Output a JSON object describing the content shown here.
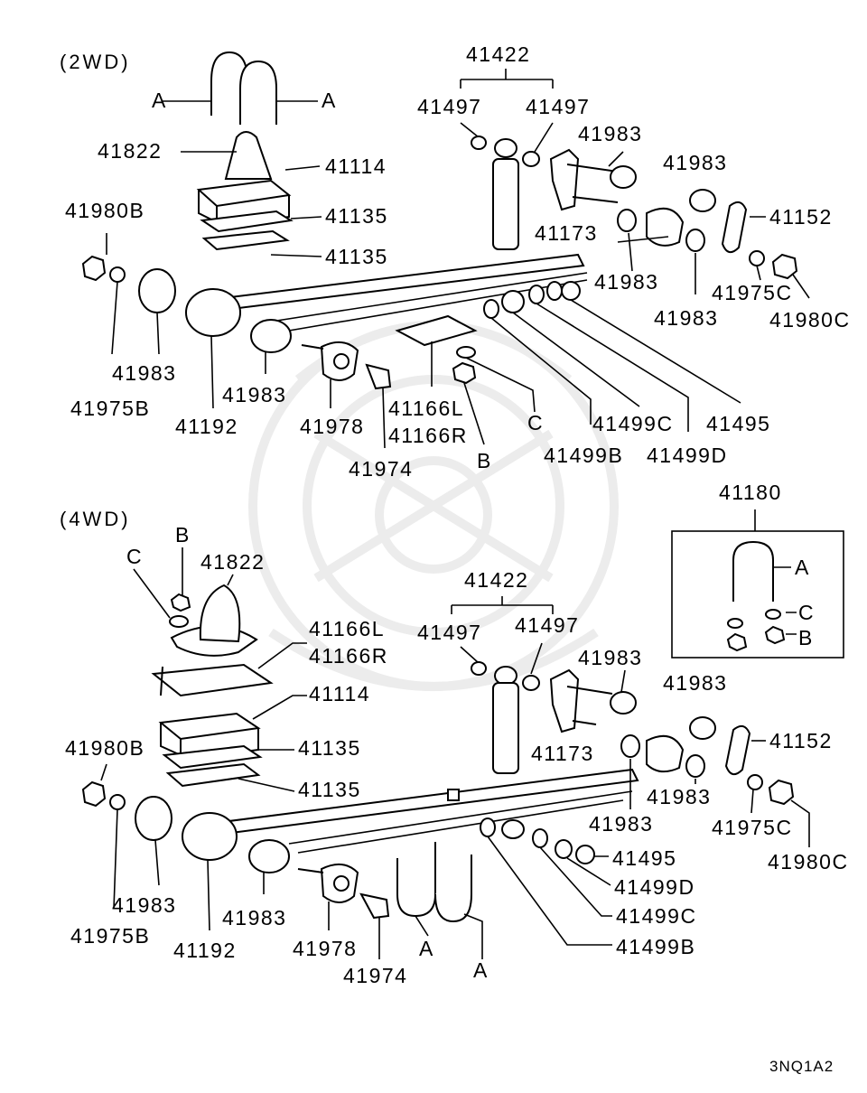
{
  "sections": {
    "s2wd": "(2WD)",
    "s4wd": "(4WD)"
  },
  "labels2wd": {
    "a_left": "A",
    "a_right": "A",
    "p41822": "41822",
    "p41114": "41114",
    "p41135a": "41135",
    "p41135b": "41135",
    "p41980B": "41980B",
    "p41983_bush": "41983",
    "p41975B": "41975B",
    "p41192": "41192",
    "p41983_end": "41983",
    "p41978": "41978",
    "p41166L": "41166L",
    "p41166R": "41166R",
    "p41974": "41974",
    "b": "B",
    "c": "C",
    "p41422": "41422",
    "p41497a": "41497",
    "p41497b": "41497",
    "p41983_s1": "41983",
    "p41983_s2": "41983",
    "p41173": "41173",
    "p41152": "41152",
    "p41983_s3": "41983",
    "p41983_s4": "41983",
    "p41975C": "41975C",
    "p41980C": "41980C",
    "p41499C": "41499C",
    "p41495": "41495",
    "p41499B": "41499B",
    "p41499D": "41499D"
  },
  "labels4wd": {
    "b": "B",
    "c": "C",
    "p41822": "41822",
    "p41166L": "41166L",
    "p41166R": "41166R",
    "p41114": "41114",
    "p41980B": "41980B",
    "p41135a": "41135",
    "p41135b": "41135",
    "p41983_bush": "41983",
    "p41975B": "41975B",
    "p41192": "41192",
    "p41983_end": "41983",
    "p41978": "41978",
    "p41974": "41974",
    "a_left": "A",
    "a_right": "A",
    "p41422": "41422",
    "p41497a": "41497",
    "p41497b": "41497",
    "p41983_s1": "41983",
    "p41173": "41173",
    "p41983_s2": "41983",
    "p41152": "41152",
    "p41983_s3": "41983",
    "p41983_s4": "41983",
    "p41975C": "41975C",
    "p41980C": "41980C",
    "p41495": "41495",
    "p41499D": "41499D",
    "p41499C": "41499C",
    "p41499B": "41499B"
  },
  "kit": {
    "number": "41180",
    "a": "A",
    "c": "C",
    "b": "B"
  },
  "diagram_code": "3NQ1A2"
}
